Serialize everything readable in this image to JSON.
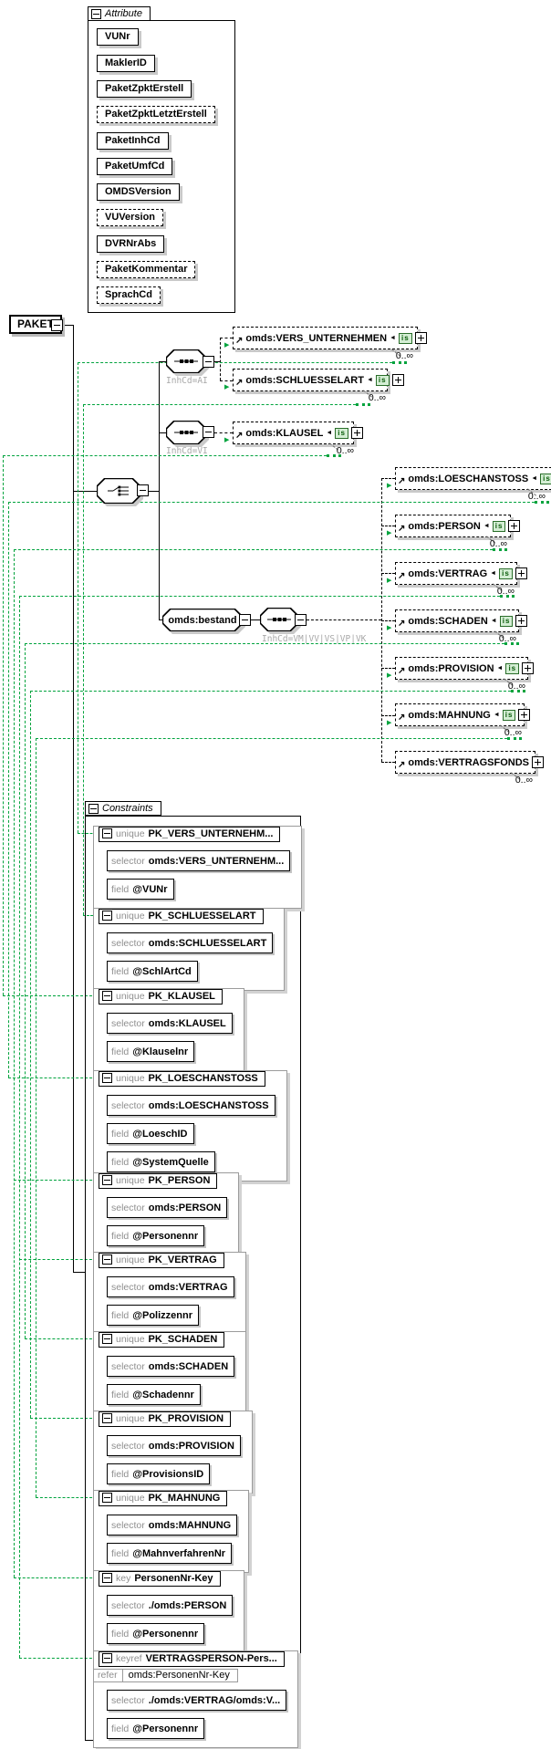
{
  "root_element": {
    "name": "PAKET"
  },
  "attributes_panel": {
    "title": "Attribute",
    "items": [
      {
        "name": "VUNr"
      },
      {
        "name": "MaklerID"
      },
      {
        "name": "PaketZpktErstell"
      },
      {
        "name": "PaketZpktLetztErstell"
      },
      {
        "name": "PaketInhCd"
      },
      {
        "name": "PaketUmfCd"
      },
      {
        "name": "OMDSVersion"
      },
      {
        "name": "VUVersion"
      },
      {
        "name": "DVRNrAbs"
      },
      {
        "name": "PaketKommentar"
      },
      {
        "name": "SprachCd"
      }
    ]
  },
  "tree": {
    "branch_ai": {
      "condition": "InhCd=AI"
    },
    "branch_vi": {
      "condition": "InhCd=VI"
    },
    "bestand": {
      "name": "omds:bestand",
      "condition": "InhCd=VM|VV|VS|VP|VK"
    },
    "elements": {
      "vers_unternehmen": {
        "name": "omds:VERS_UNTERNEHMEN",
        "occurs": "0..∞",
        "badge": "is"
      },
      "schluesselart": {
        "name": "omds:SCHLUESSELART",
        "occurs": "0..∞",
        "badge": "is"
      },
      "klausel": {
        "name": "omds:KLAUSEL",
        "occurs": "0..∞",
        "badge": "is"
      },
      "loeschanstoss": {
        "name": "omds:LOESCHANSTOSS",
        "occurs": "0..∞",
        "badge": "is"
      },
      "person": {
        "name": "omds:PERSON",
        "occurs": "0..∞",
        "badge": "is"
      },
      "vertrag": {
        "name": "omds:VERTRAG",
        "occurs": "0..∞",
        "badge": "is"
      },
      "schaden": {
        "name": "omds:SCHADEN",
        "occurs": "0..∞",
        "badge": "is"
      },
      "provision": {
        "name": "omds:PROVISION",
        "occurs": "0..∞",
        "badge": "is"
      },
      "mahnung": {
        "name": "omds:MAHNUNG",
        "occurs": "0..∞",
        "badge": "is"
      },
      "vertragsfonds": {
        "name": "omds:VERTRAGSFONDS",
        "occurs": "0..∞"
      }
    }
  },
  "constraints_panel": {
    "title": "Constraints",
    "labels": {
      "selector": "selector",
      "field": "field",
      "refer": "refer"
    },
    "items": [
      {
        "kind": "unique",
        "name": "PK_VERS_UNTERNEHM...",
        "selector": "omds:VERS_UNTERNEHM...",
        "fields": [
          "@VUNr"
        ]
      },
      {
        "kind": "unique",
        "name": "PK_SCHLUESSELART",
        "selector": "omds:SCHLUESSELART",
        "fields": [
          "@SchlArtCd"
        ]
      },
      {
        "kind": "unique",
        "name": "PK_KLAUSEL",
        "selector": "omds:KLAUSEL",
        "fields": [
          "@Klauselnr"
        ]
      },
      {
        "kind": "unique",
        "name": "PK_LOESCHANSTOSS",
        "selector": "omds:LOESCHANSTOSS",
        "fields": [
          "@LoeschID",
          "@SystemQuelle"
        ]
      },
      {
        "kind": "unique",
        "name": "PK_PERSON",
        "selector": "omds:PERSON",
        "fields": [
          "@Personennr"
        ]
      },
      {
        "kind": "unique",
        "name": "PK_VERTRAG",
        "selector": "omds:VERTRAG",
        "fields": [
          "@Polizzennr"
        ]
      },
      {
        "kind": "unique",
        "name": "PK_SCHADEN",
        "selector": "omds:SCHADEN",
        "fields": [
          "@Schadennr"
        ]
      },
      {
        "kind": "unique",
        "name": "PK_PROVISION",
        "selector": "omds:PROVISION",
        "fields": [
          "@ProvisionsID"
        ]
      },
      {
        "kind": "unique",
        "name": "PK_MAHNUNG",
        "selector": "omds:MAHNUNG",
        "fields": [
          "@MahnverfahrenNr"
        ]
      },
      {
        "kind": "key",
        "name": "PersonenNr-Key",
        "selector": "./omds:PERSON",
        "fields": [
          "@Personennr"
        ]
      },
      {
        "kind": "keyref",
        "name": "VERTRAGSPERSON-Pers...",
        "refer": "omds:PersonenNr-Key",
        "selector": "./omds:VERTRAG/omds:V...",
        "fields": [
          "@Personennr"
        ]
      }
    ]
  }
}
